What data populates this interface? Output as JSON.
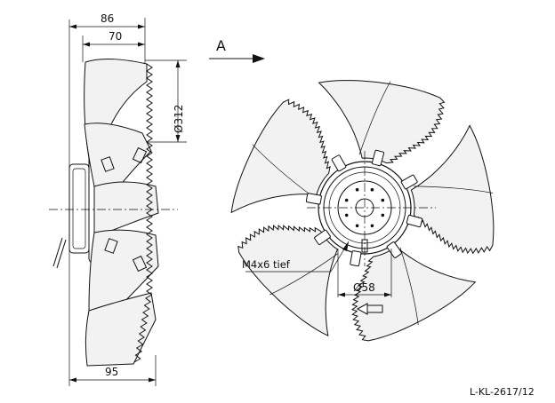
{
  "side_view": {
    "dim_overall_depth": "86",
    "dim_blade_depth": "70",
    "dim_diameter": "Ø312",
    "dim_motor_depth": "95"
  },
  "front_view": {
    "view_label": "A",
    "thread_label": "M4x6 tief",
    "dim_hub_diameter": "Ø58"
  },
  "drawing_number": "L-KL-2617/12",
  "blade_count": 5
}
